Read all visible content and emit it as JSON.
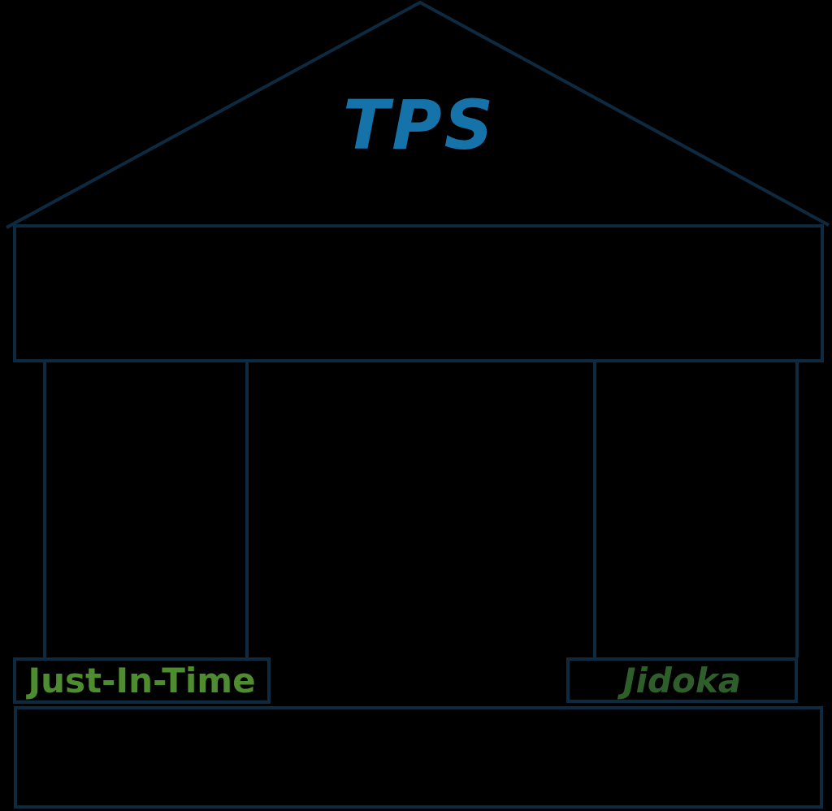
{
  "diagram": {
    "title": "TPS",
    "pillar_left_label": "Just-In-Time",
    "pillar_right_label": "Jidoka"
  },
  "colors": {
    "background": "#000000",
    "line": "#0d2a40",
    "title": "#1573a9",
    "jit_label": "#4d8c2f",
    "jidoka_label": "#2e5e29"
  }
}
